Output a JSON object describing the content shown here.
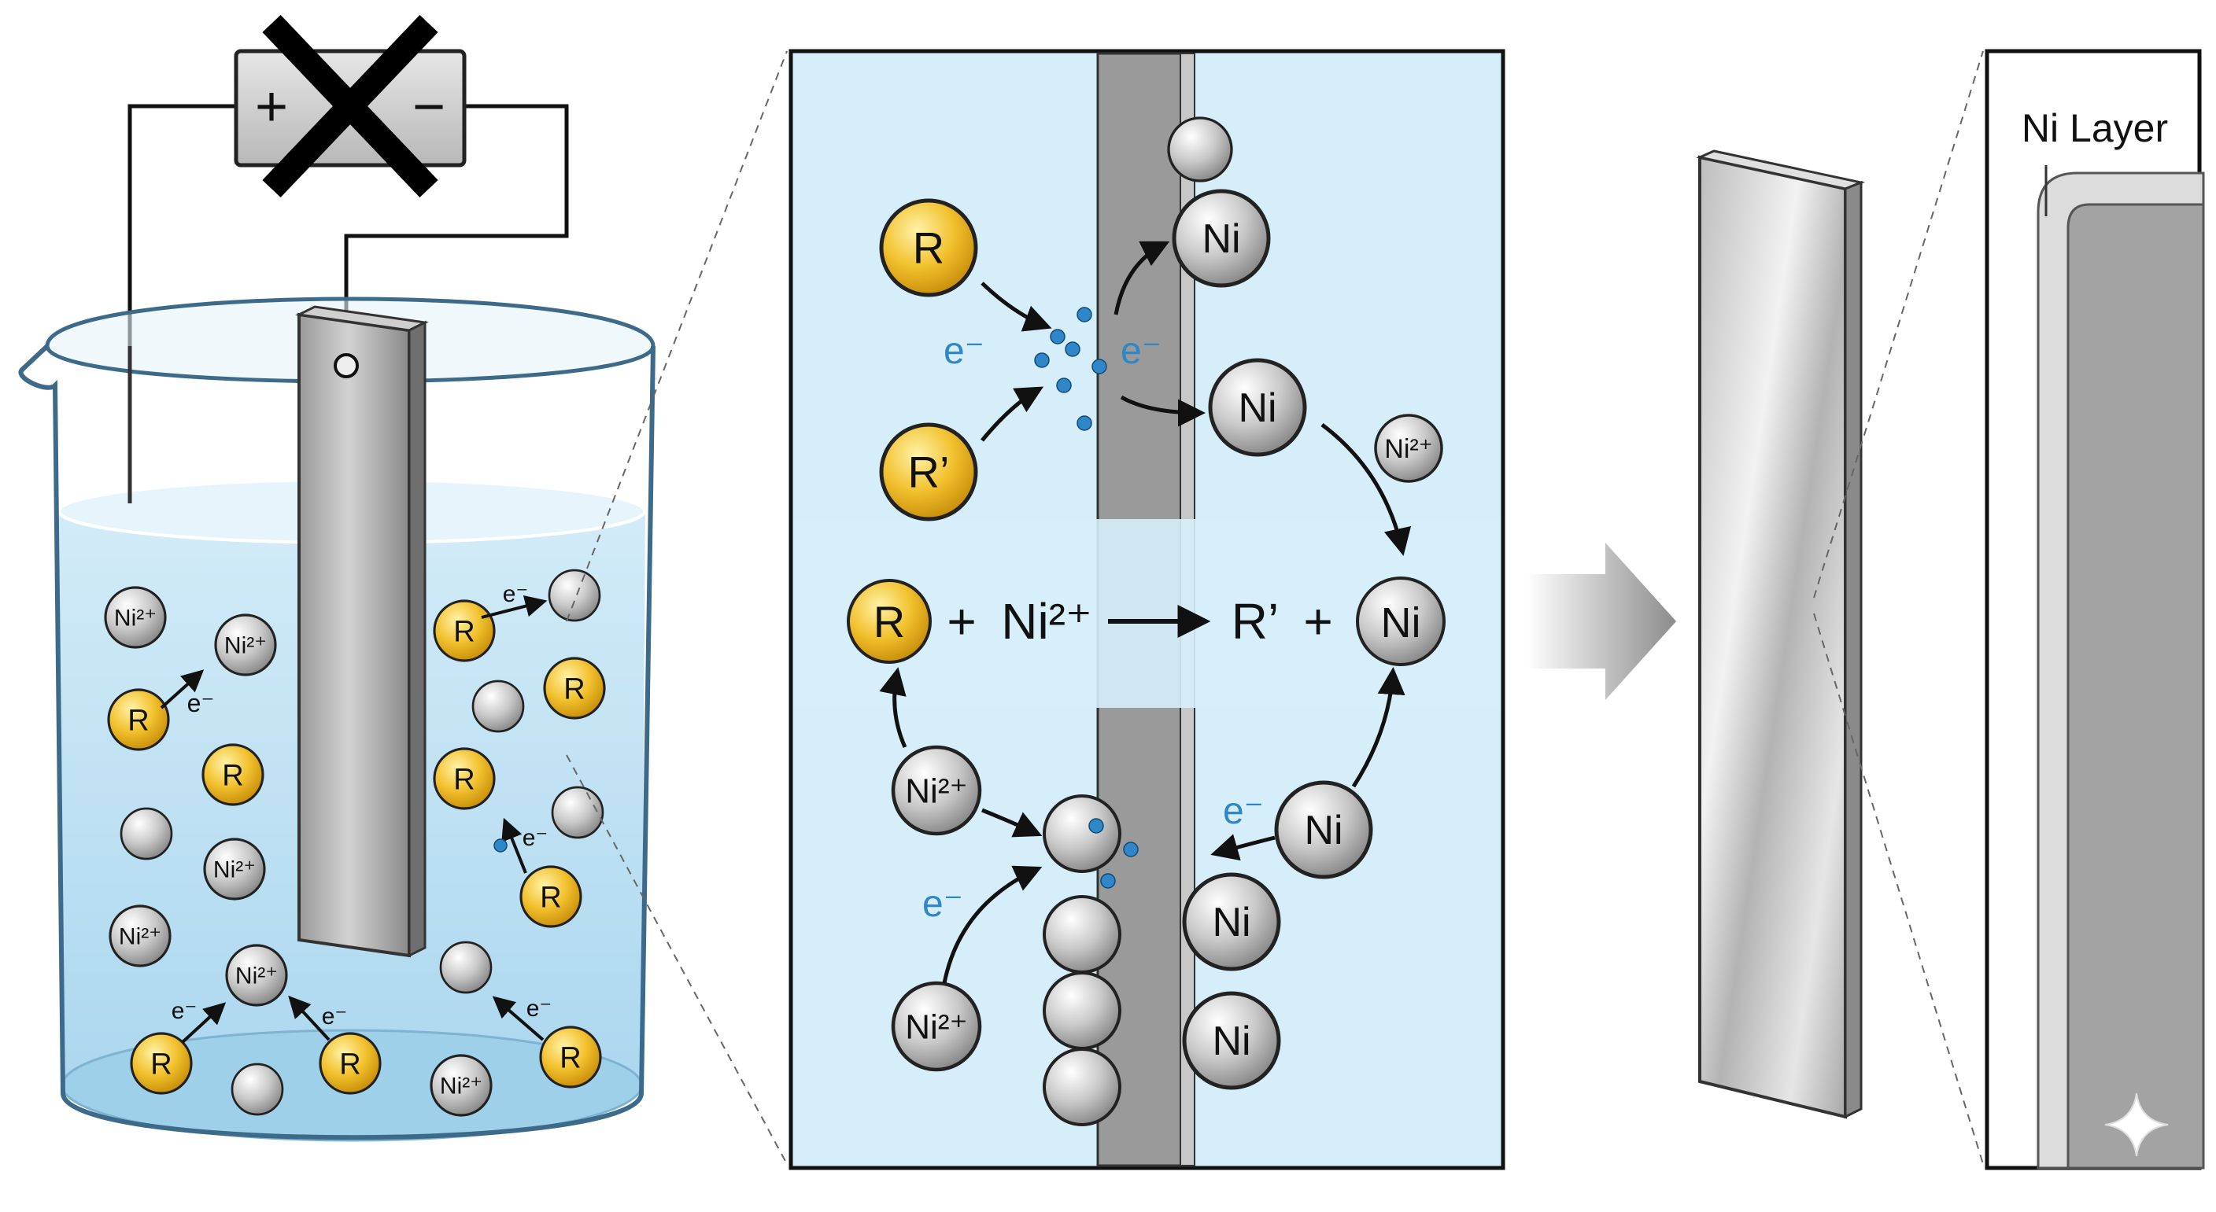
{
  "battery": {
    "plus": "+",
    "minus": "−"
  },
  "labels": {
    "R": "R",
    "R_prime": "R’",
    "Ni": "Ni",
    "Ni_ion": "Ni²⁺",
    "electron": "e⁻"
  },
  "equation": {
    "reactant_1": "R",
    "plus_1": "+",
    "reactant_2": "Ni²⁺",
    "product_1": "R’",
    "plus_2": "+",
    "product_2": "Ni"
  },
  "detail_label": "Ni Layer",
  "colors": {
    "solution": "#cfe9f6",
    "reducer": "#f2c12e",
    "nickel": "#c9c9c9",
    "electron": "#2f86c8",
    "electrode": "#8f8f8f",
    "outline": "#2a2a2a"
  }
}
